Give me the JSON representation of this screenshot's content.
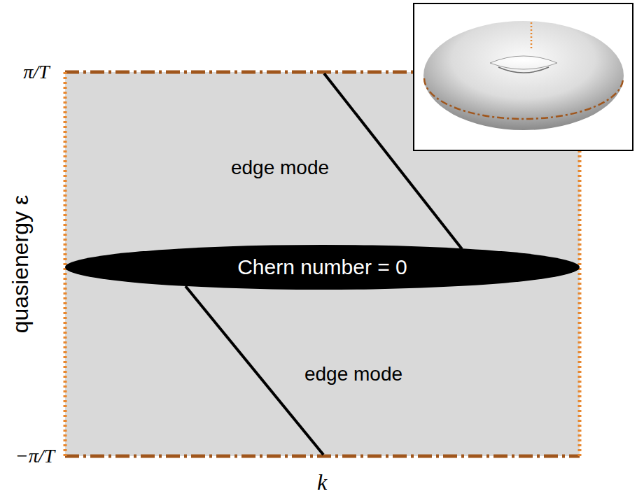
{
  "diagram": {
    "nodes": [
      {
        "text": [
          "Chern number = 0"
        ]
      }
    ],
    "labels": [
      "π/T",
      "−π/T",
      "quasienergy ε",
      "k",
      "edge mode",
      "edge mode"
    ]
  }
}
